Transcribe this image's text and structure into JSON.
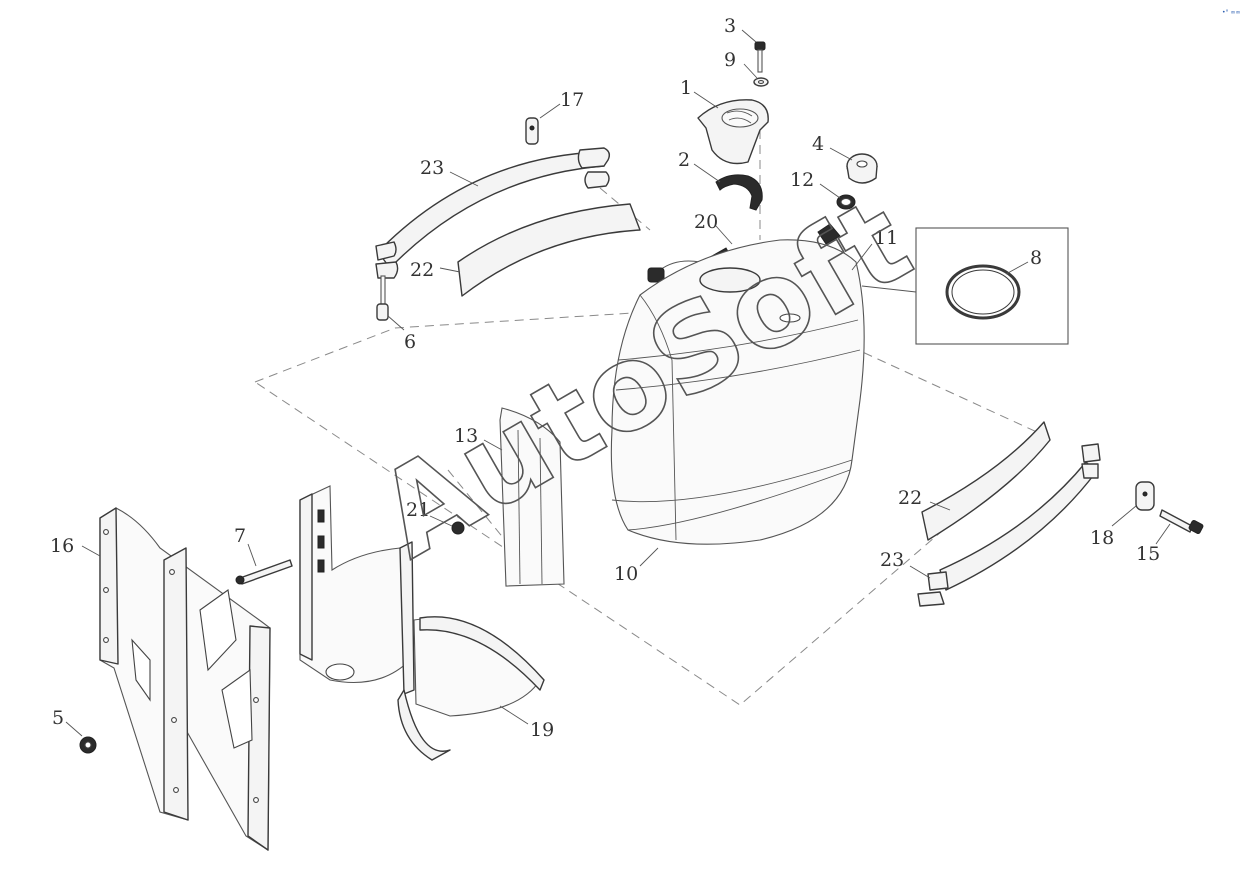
{
  "callouts": [
    {
      "id": "c3",
      "text": "3"
    },
    {
      "id": "c9",
      "text": "9"
    },
    {
      "id": "c1",
      "text": "1"
    },
    {
      "id": "c17",
      "text": "17"
    },
    {
      "id": "c4",
      "text": "4"
    },
    {
      "id": "c2",
      "text": "2"
    },
    {
      "id": "c12",
      "text": "12"
    },
    {
      "id": "c23a",
      "text": "23"
    },
    {
      "id": "c20",
      "text": "20"
    },
    {
      "id": "c11",
      "text": "11"
    },
    {
      "id": "c8",
      "text": "8"
    },
    {
      "id": "c22a",
      "text": "22"
    },
    {
      "id": "c6",
      "text": "6"
    },
    {
      "id": "c13",
      "text": "13"
    },
    {
      "id": "c21",
      "text": "21"
    },
    {
      "id": "c22b",
      "text": "22"
    },
    {
      "id": "c18",
      "text": "18"
    },
    {
      "id": "c15",
      "text": "15"
    },
    {
      "id": "c16",
      "text": "16"
    },
    {
      "id": "c7",
      "text": "7"
    },
    {
      "id": "c10",
      "text": "10"
    },
    {
      "id": "c23b",
      "text": "23"
    },
    {
      "id": "c5",
      "text": "5"
    },
    {
      "id": "c19",
      "text": "19"
    }
  ],
  "watermark": "AutoSoft",
  "corner_mark": "•° ∞∞"
}
